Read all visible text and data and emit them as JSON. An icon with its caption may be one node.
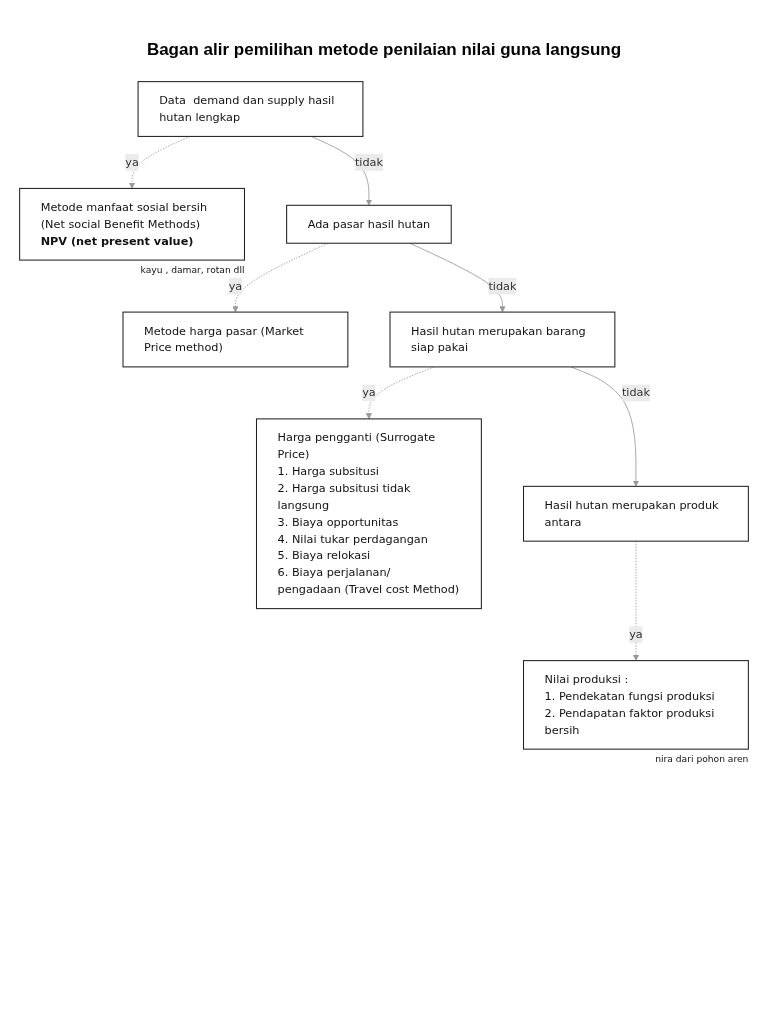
{
  "diagram": {
    "title": "Bagan alir pemilihan metode penilaian nilai guna langsung",
    "nodes": [
      {
        "text": [
          "Data  demand dan supply hasil hutan lengkap"
        ]
      },
      {
        "text": [
          "Metode manfaat sosial bersih (Net social Benefit Methods)",
          "NPV (net present value)"
        ],
        "beside": [
          "kayu , damar, rotan dll"
        ]
      },
      {
        "text": [
          "Ada pasar hasil hutan"
        ]
      },
      {
        "text": [
          "Metode harga pasar (Market Price method)"
        ]
      },
      {
        "text": [
          "Hasil hutan merupakan barang siap pakai"
        ]
      },
      {
        "text": [
          "Harga pengganti (Surrogate Price)",
          "1. Harga subsitusi",
          "2. Harga subsitusi tidak langsung",
          "3. Biaya opportunitas",
          "4. Nilai tukar perdagangan",
          "5. Biaya relokasi",
          "6. Biaya perjalanan/ pengadaan (Travel cost Method)"
        ]
      },
      {
        "text": [
          "Hasil hutan merupakan produk antara"
        ]
      },
      {
        "text": [
          "Nilai produksi :",
          "1. Pendekatan fungsi produksi",
          "2. Pendapatan faktor produksi bersih"
        ],
        "beside": [
          "nira dari pohon aren"
        ]
      }
    ],
    "edges": [
      {
        "from": 0,
        "to": 1,
        "arrow": "to",
        "label": "ya",
        "style": "dashed"
      },
      {
        "from": 0,
        "to": 2,
        "arrow": "to",
        "label": "tidak"
      },
      {
        "from": 2,
        "to": 3,
        "arrow": "to",
        "label": "ya",
        "style": "dashed"
      },
      {
        "from": 2,
        "to": 4,
        "arrow": "to",
        "label": "tidak"
      },
      {
        "from": 4,
        "to": 5,
        "arrow": "to",
        "label": "ya",
        "style": "dashed"
      },
      {
        "from": 4,
        "to": 6,
        "arrow": "to",
        "label": "tidak"
      },
      {
        "from": 6,
        "to": 7,
        "arrow": "to",
        "label": "ya",
        "style": "dashed"
      }
    ]
  }
}
